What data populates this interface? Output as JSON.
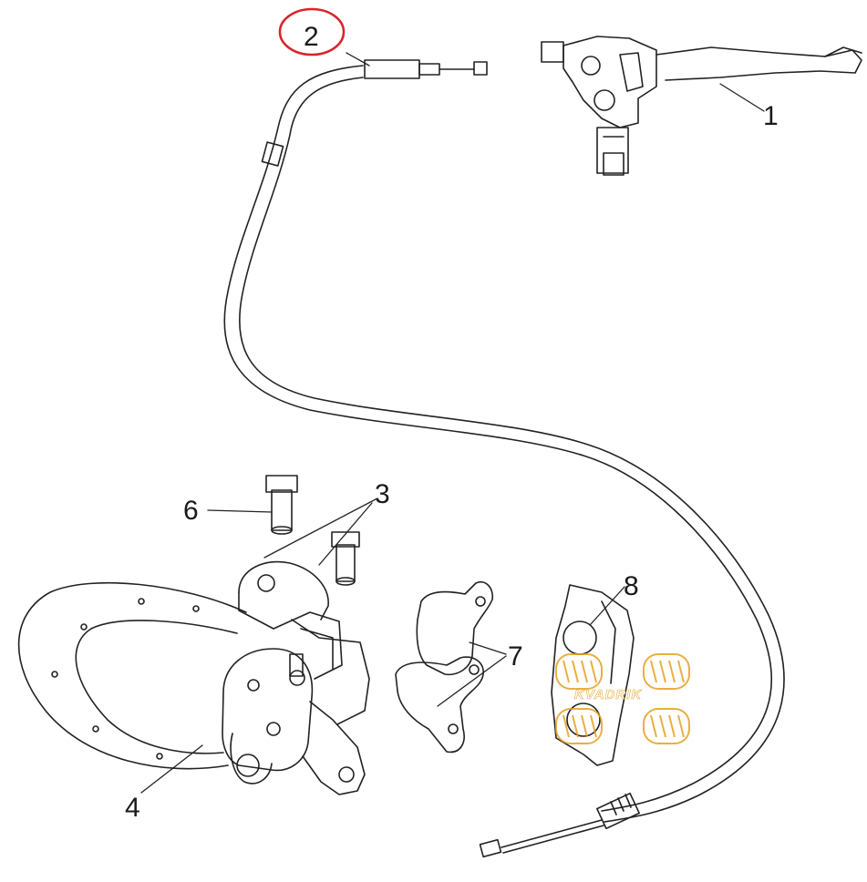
{
  "diagram": {
    "callouts": [
      {
        "id": "1",
        "label": "1"
      },
      {
        "id": "2",
        "label": "2"
      },
      {
        "id": "3",
        "label": "3"
      },
      {
        "id": "4",
        "label": "4"
      },
      {
        "id": "6",
        "label": "6"
      },
      {
        "id": "7",
        "label": "7"
      },
      {
        "id": "8",
        "label": "8"
      }
    ],
    "highlight": {
      "target_callout": "2",
      "color": "#d9252b"
    },
    "line_color": "#222222"
  },
  "watermark": {
    "text": "KVADRIK",
    "color": "#e8a020"
  }
}
